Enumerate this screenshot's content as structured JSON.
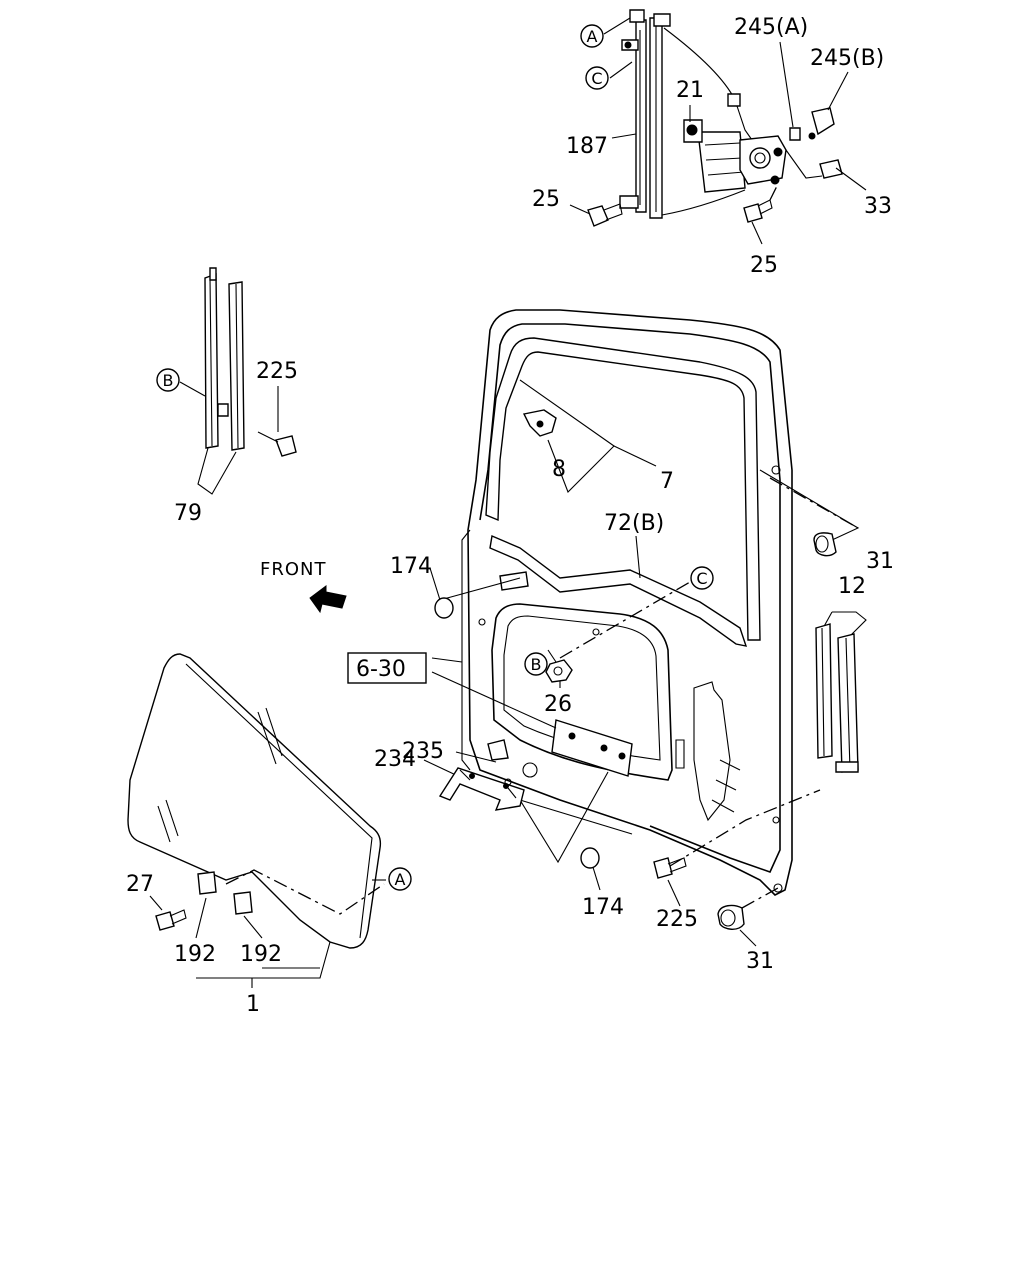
{
  "direction": {
    "label": "FRONT"
  },
  "labels": {
    "l245a": "245(A)",
    "l245b": "245(B)",
    "l21": "21",
    "l187": "187",
    "l25a": "25",
    "l25b": "25",
    "l33": "33",
    "l225a": "225",
    "l79": "79",
    "l8": "8",
    "l7": "7",
    "l72b": "72(B)",
    "l31a": "31",
    "l174a": "174",
    "l12": "12",
    "l630": "6-30",
    "l26": "26",
    "l235": "235",
    "l234": "234",
    "l27": "27",
    "l192a": "192",
    "l192b": "192",
    "l1": "1",
    "l174b": "174",
    "l225b": "225",
    "l31b": "31"
  },
  "refs": {
    "A": "A",
    "B": "B",
    "C": "C"
  }
}
